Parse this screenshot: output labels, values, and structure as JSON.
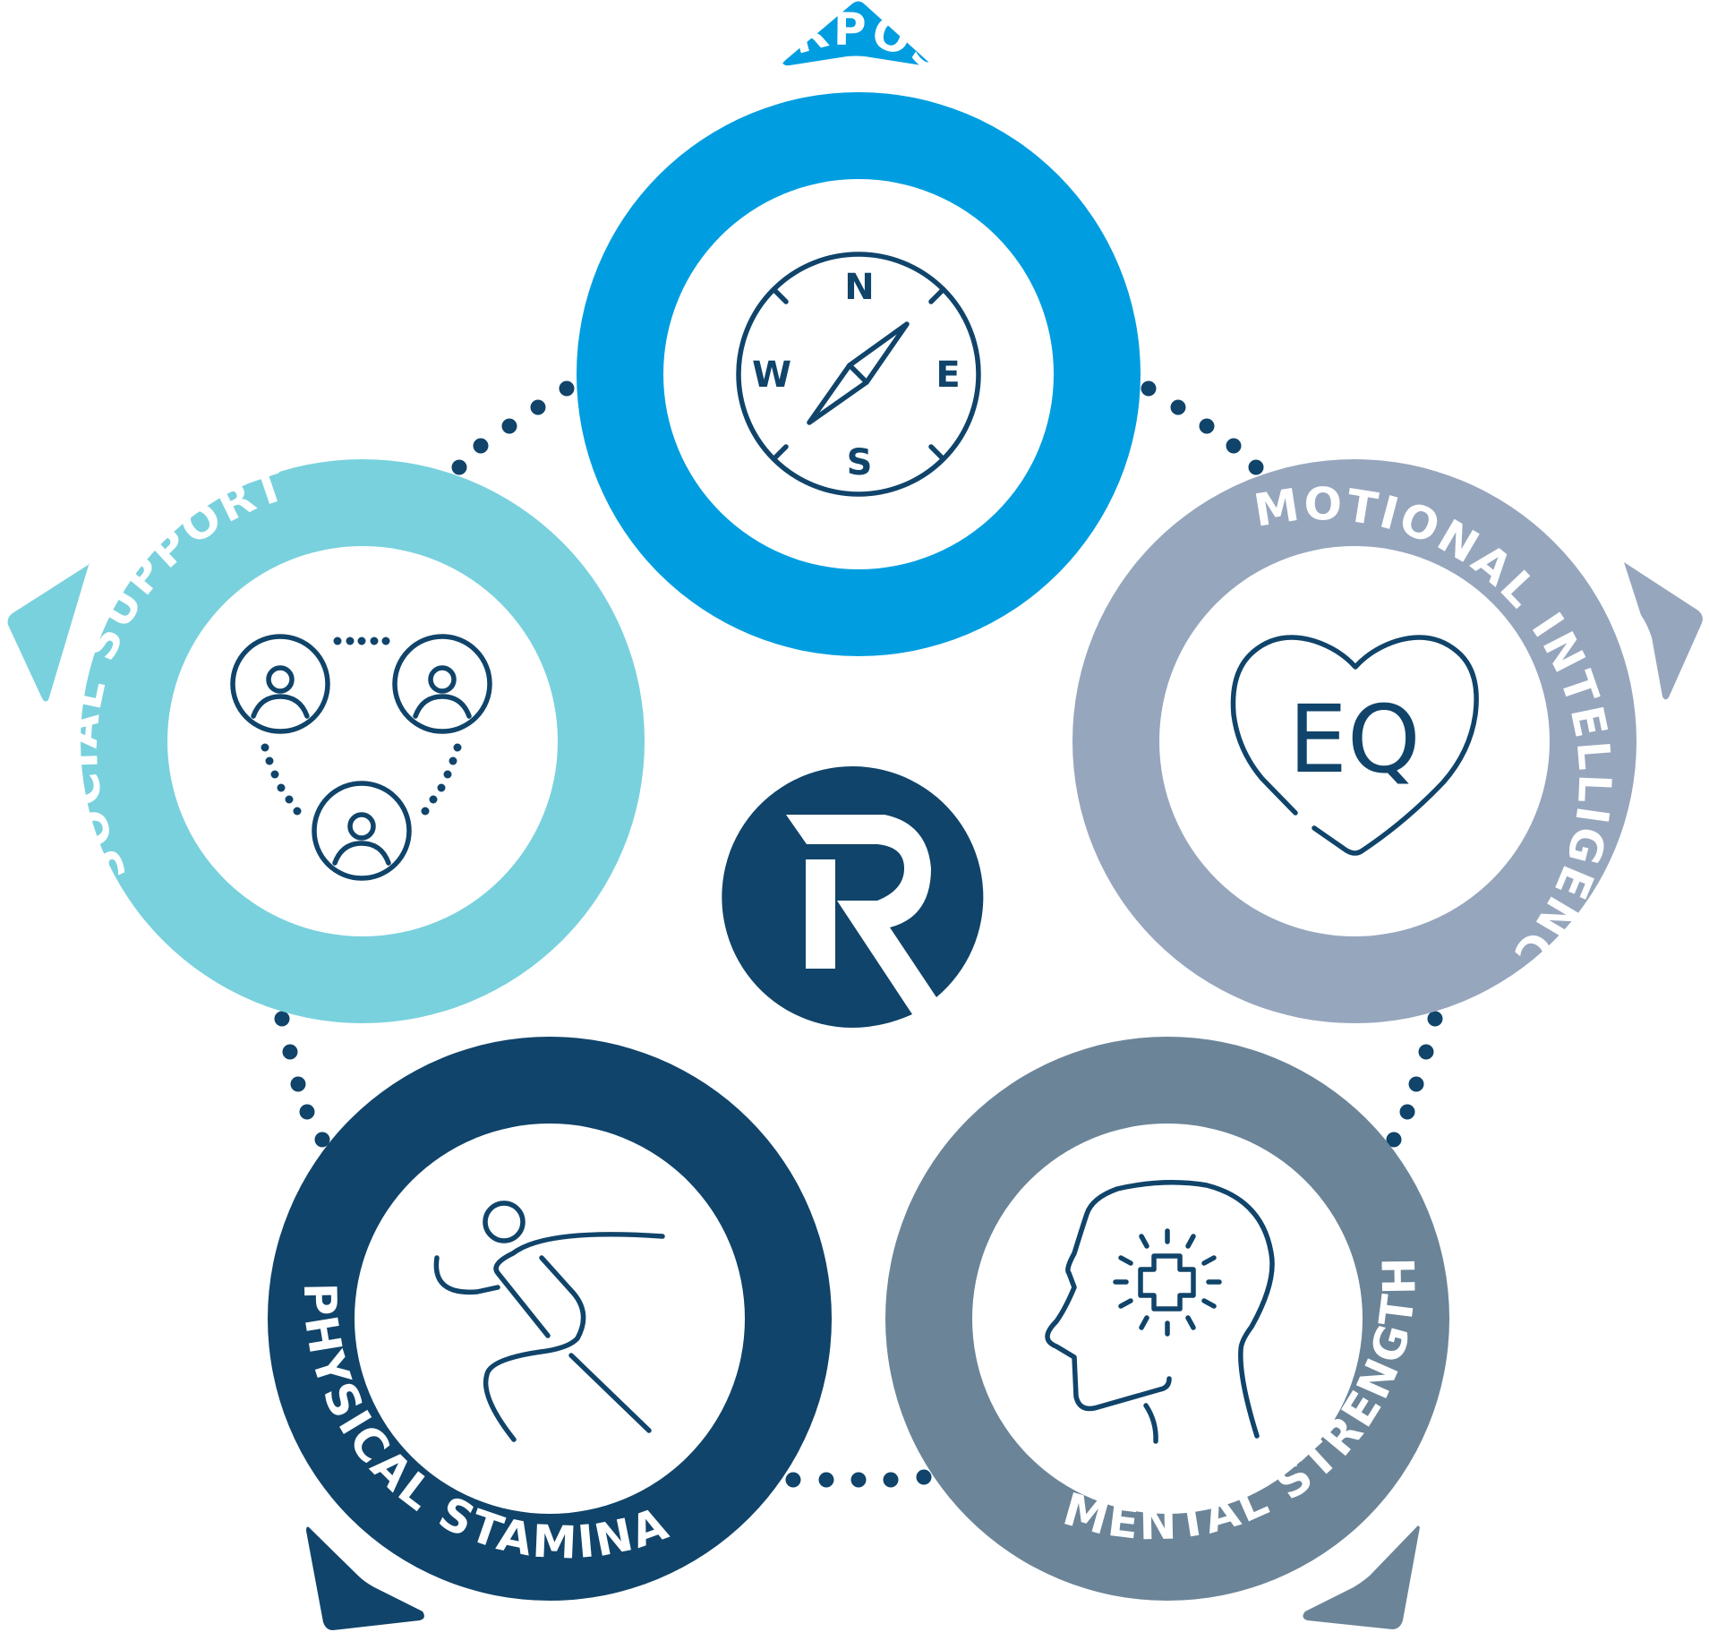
{
  "colors": {
    "purpose": "#009EE0",
    "emotional": "#96A6BD",
    "mental": "#6B8498",
    "physical": "#10446A",
    "social": "#79D1DD",
    "icon": "#10446A",
    "logo": "#10446A",
    "background": "#FFFFFF"
  },
  "nodes": {
    "purpose": {
      "label": "PURPOSE",
      "icon": "compass-icon"
    },
    "emotional": {
      "label": "EMOTIONAL INTELLIGENCE",
      "icon": "eq-heart-icon",
      "icon_text": "EQ"
    },
    "mental": {
      "label": "MENTAL STRENGTH",
      "icon": "head-mind-icon"
    },
    "physical": {
      "label": "PHYSICAL STAMINA",
      "icon": "running-person-icon"
    },
    "social": {
      "label": "SOCIAL SUPPORT",
      "icon": "people-network-icon"
    }
  },
  "compass": {
    "north": "N",
    "east": "E",
    "south": "S",
    "west": "W"
  },
  "logo": {
    "name": "r-logo-icon"
  }
}
